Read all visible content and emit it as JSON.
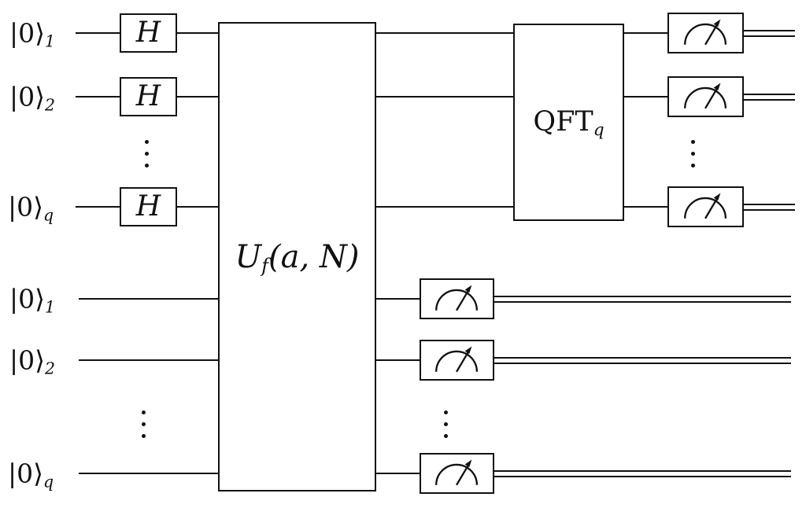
{
  "kets": {
    "top": [
      {
        "ket": "|0⟩",
        "sub": "1"
      },
      {
        "ket": "|0⟩",
        "sub": "2"
      },
      {
        "ket": "|0⟩",
        "sub": "q"
      }
    ],
    "bottom": [
      {
        "ket": "|0⟩",
        "sub": "1"
      },
      {
        "ket": "|0⟩",
        "sub": "2"
      },
      {
        "ket": "|0⟩",
        "sub": "q"
      }
    ]
  },
  "gates": {
    "hadamard": "H",
    "uf_base": "U",
    "uf_sub": "f",
    "uf_args": "(a, N)",
    "qft_base": "QFT",
    "qft_sub": "q"
  },
  "icons": {
    "ellipsis": "⋮",
    "meter": "measurement-gauge"
  },
  "colors": {
    "stroke": "#111111",
    "background": "#ffffff"
  }
}
